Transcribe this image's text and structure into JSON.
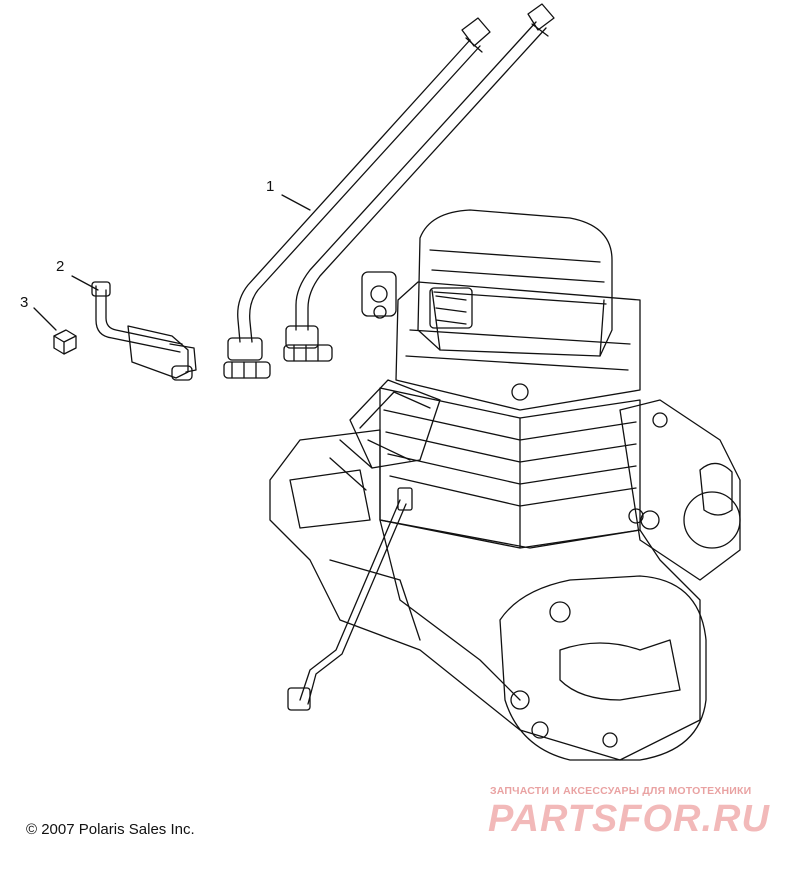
{
  "callouts": {
    "c1": "1",
    "c2": "2",
    "c3": "3"
  },
  "copyright": "© 2007 Polaris Sales Inc.",
  "watermark": {
    "tagline": "ЗАПЧАСТИ И АКСЕССУАРЫ ДЛЯ МОТОТЕХНИКИ",
    "logo": "PARTSFOR.RU",
    "color": "#e9a2a2"
  },
  "colors": {
    "line": "#111111",
    "background": "#ffffff"
  }
}
